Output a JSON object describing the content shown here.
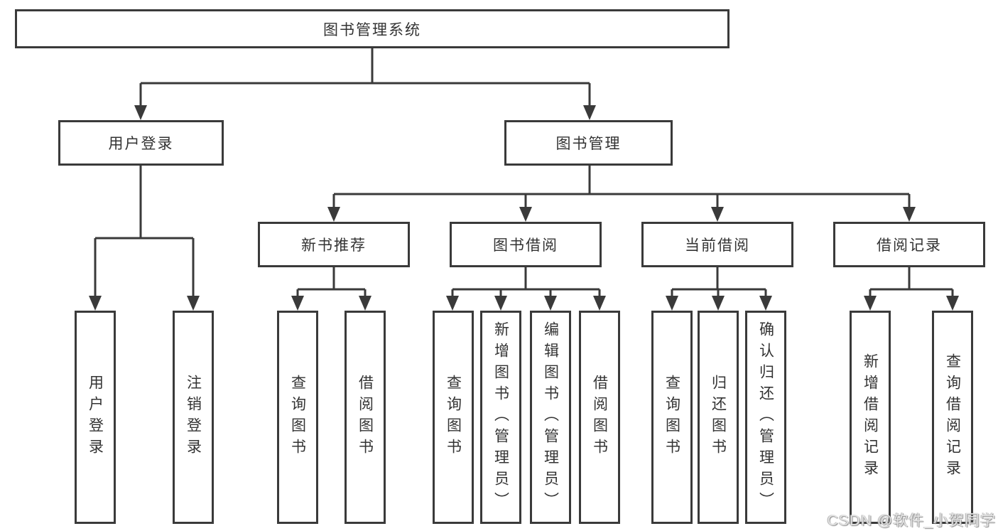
{
  "diagram": {
    "colors": {
      "line": "#3a3a3a",
      "box_border": "#3a3a3a",
      "box_background": "#ffffff",
      "label_text": "#333333",
      "watermark_text": "#e3e3e3"
    },
    "watermark": {
      "text": "CSDN @软件_小贺同学"
    },
    "nodes": {
      "root": {
        "label": "图书管理系统"
      },
      "level2": [
        {
          "label": "用户登录"
        },
        {
          "label": "图书管理"
        }
      ],
      "level3": [
        {
          "label": "新书推荐",
          "parent": "图书管理"
        },
        {
          "label": "图书借阅",
          "parent": "图书管理"
        },
        {
          "label": "当前借阅",
          "parent": "图书管理"
        },
        {
          "label": "借阅记录",
          "parent": "图书管理"
        }
      ],
      "leaves": [
        {
          "label": "用户登录",
          "parent": "用户登录"
        },
        {
          "label": "注销登录",
          "parent": "用户登录"
        },
        {
          "label": "查询图书",
          "parent": "新书推荐"
        },
        {
          "label": "借阅图书",
          "parent": "新书推荐"
        },
        {
          "label": "查询图书",
          "parent": "图书借阅"
        },
        {
          "label": "新增图书（管理员）",
          "parent": "图书借阅"
        },
        {
          "label": "编辑图书（管理员）",
          "parent": "图书借阅"
        },
        {
          "label": "借阅图书",
          "parent": "图书借阅"
        },
        {
          "label": "查询图书",
          "parent": "当前借阅"
        },
        {
          "label": "归还图书",
          "parent": "当前借阅"
        },
        {
          "label": "确认归还（管理员）",
          "parent": "当前借阅"
        },
        {
          "label": "新增借阅记录",
          "parent": "借阅记录"
        },
        {
          "label": "查询借阅记录",
          "parent": "借阅记录"
        }
      ]
    }
  }
}
